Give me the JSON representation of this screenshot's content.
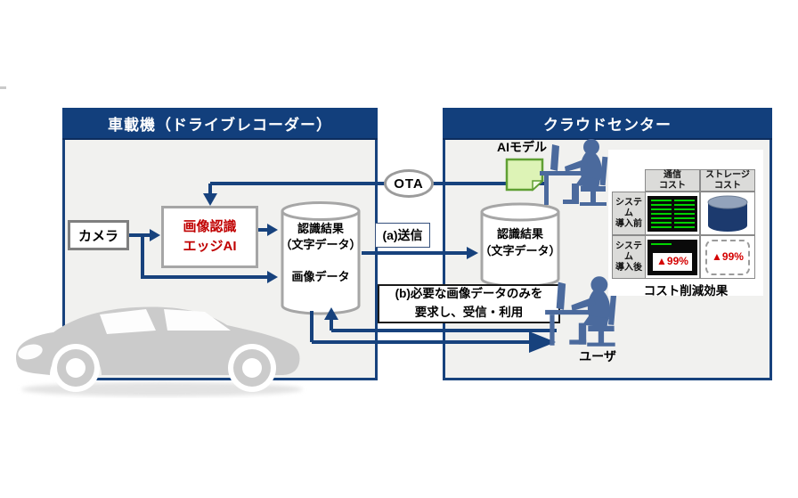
{
  "vehicle_panel": {
    "title": "車載機（ドライブレコーダー）",
    "camera_label": "カメラ",
    "edge_ai_line1": "画像認識",
    "edge_ai_line2": "エッジAI",
    "db_result_line1": "認識結果",
    "db_result_line2": "（文字データ）",
    "db_image_label": "画像データ"
  },
  "cloud_panel": {
    "title": "クラウドセンター",
    "ai_model_label": "AIモデル",
    "db_result_line1": "認識結果",
    "db_result_line2": "（文字データ）",
    "user_label": "ユーザ"
  },
  "links": {
    "ota_label": "OTA",
    "send_label": "(a)送信",
    "request_line1": "(b)必要な画像データのみを",
    "request_line2": "要求し、受信・利用"
  },
  "cost_table": {
    "col_headers": [
      {
        "line1": "通信",
        "line2": "コスト"
      },
      {
        "line1": "ストレージ",
        "line2": "コスト"
      }
    ],
    "row_headers": [
      {
        "line1": "システム",
        "line2": "導入前"
      },
      {
        "line1": "システム",
        "line2": "導入後"
      }
    ],
    "comm_reduction": "▲99%",
    "storage_reduction": "▲99%",
    "caption": "コスト削減効果"
  },
  "colors": {
    "navy": "#17427d",
    "edge_ai_red": "#c00000",
    "alert_red": "#d40000",
    "green_line": "#00d400",
    "note_green": "#ddf3b6",
    "person_blue": "#4b6a9d",
    "car_gray": "#cbcbcb"
  }
}
